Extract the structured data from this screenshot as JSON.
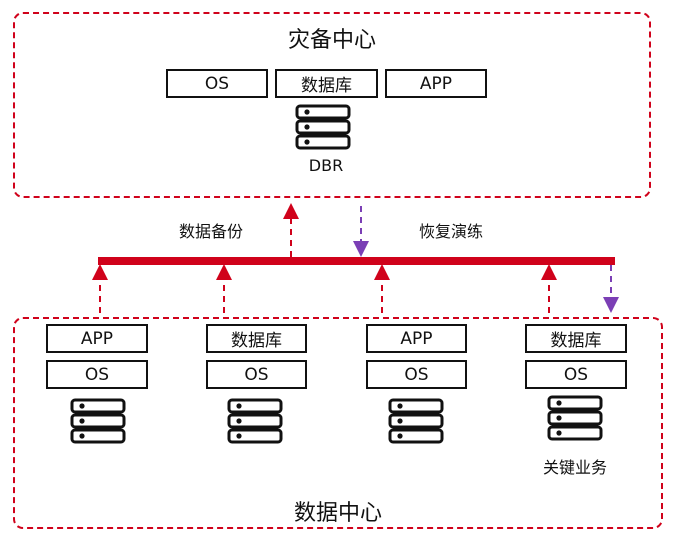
{
  "dr_center": {
    "title": "灾备中心",
    "layers": [
      "OS",
      "数据库",
      "APP"
    ],
    "server_label": "DBR",
    "server_icon": "server-stack-icon"
  },
  "links": {
    "backup_label": "数据备份",
    "restore_label": "恢复演练",
    "backup_color": "#d0021b",
    "restore_color": "#7b3fb5",
    "bus_color": "#d0021b"
  },
  "data_center": {
    "title": "数据中心",
    "nodes": [
      {
        "top": "APP",
        "bottom": "OS",
        "label": ""
      },
      {
        "top": "数据库",
        "bottom": "OS",
        "label": ""
      },
      {
        "top": "APP",
        "bottom": "OS",
        "label": ""
      },
      {
        "top": "数据库",
        "bottom": "OS",
        "label": "关键业务"
      }
    ],
    "server_icon": "server-stack-icon"
  }
}
